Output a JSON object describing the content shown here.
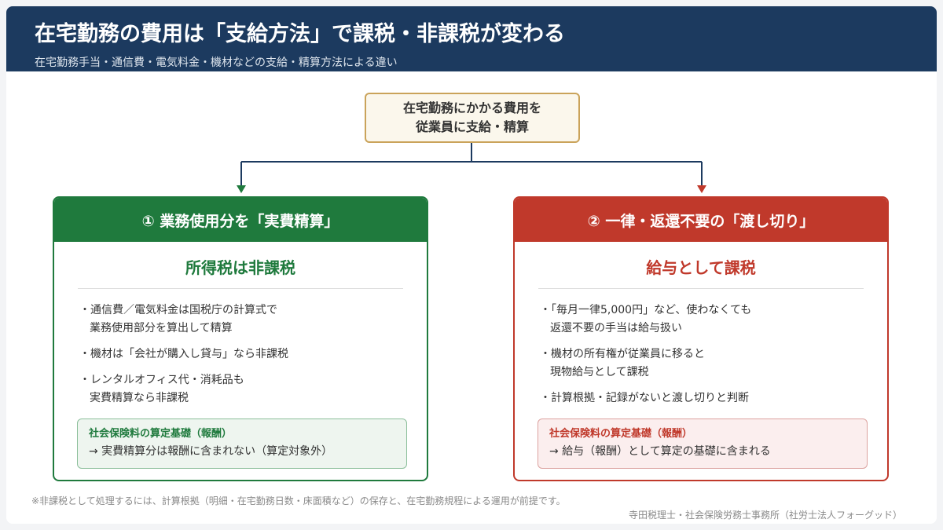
{
  "header": {
    "title": "在宅勤務の費用は「支給方法」で課税・非課税が変わる",
    "subtitle": "在宅勤務手当・通信費・電気料金・機材などの支給・精算方法による違い"
  },
  "root": {
    "line1": "在宅勤務にかかる費用を",
    "line2": "従業員に支給・精算"
  },
  "left": {
    "heading": "① 業務使用分を「実費精算」",
    "verdict": "所得税は非課税",
    "bullets": [
      {
        "line1": "・通信費／電気料金は国税庁の計算式で",
        "line2": "業務使用部分を算出して精算"
      },
      {
        "line1": "・機材は「会社が購入し貸与」なら非課税"
      },
      {
        "line1": "・レンタルオフィス代・消耗品も",
        "line2": "実費精算なら非課税"
      }
    ],
    "note_title": "社会保険料の算定基礎（報酬）",
    "note_body": "→ 実費精算分は報酬に含まれない（算定対象外）"
  },
  "right": {
    "heading": "② 一律・返還不要の「渡し切り」",
    "verdict": "給与として課税",
    "bullets": [
      {
        "line1": "・「毎月一律5,000円」など、使わなくても",
        "line2": "返還不要の手当は給与扱い"
      },
      {
        "line1": "・機材の所有権が従業員に移ると",
        "line2": "現物給与として課税"
      },
      {
        "line1": "・計算根拠・記録がないと渡し切りと判断"
      }
    ],
    "note_title": "社会保険料の算定基礎（報酬）",
    "note_body": "→ 給与（報酬）として算定の基礎に含まれる"
  },
  "footnote": "※非課税として処理するには、計算根拠（明細・在宅勤務日数・床面積など）の保存と、在宅勤務規程による運用が前提です。",
  "credit": "寺田税理士・社会保険労務士事務所（社労士法人フォーグッド）",
  "colors": {
    "header_bg": "#1c3a5f",
    "non_taxable_green": "#1f7a3d",
    "taxable_red": "#c0392b",
    "root_border": "#caa35a"
  }
}
